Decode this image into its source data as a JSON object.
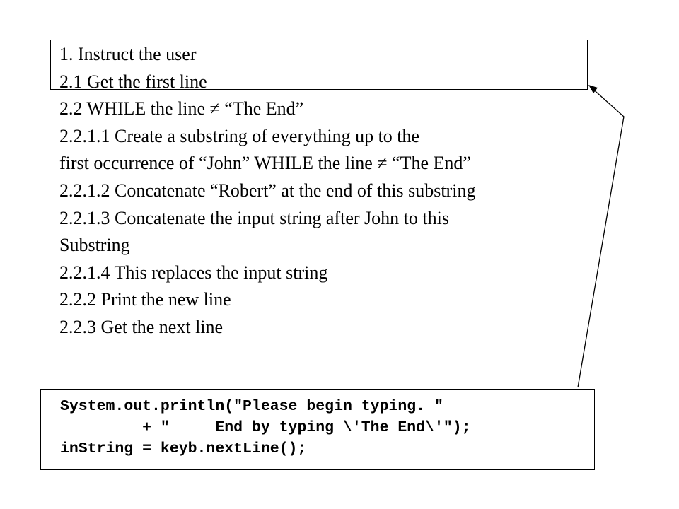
{
  "steps": [
    {
      "num": "1.",
      "text": " Instruct the user"
    },
    {
      "num": "2.1",
      "text": " Get the first line"
    },
    {
      "num": "2.2",
      "text": " WHILE the line ≠ “The End”"
    },
    {
      "num": "2.2.1.1",
      "text": " Create a substring of everything up to the"
    },
    {
      "num": "",
      "text": "first occurrence of “John” WHILE the line ≠ “The End”"
    },
    {
      "num": "2.2.1.2",
      "text": "  Concatenate “Robert” at the end of this substring"
    },
    {
      "num": "2.2.1.3",
      "text": " Concatenate the input string after John to this"
    },
    {
      "num": "",
      "text": "Substring"
    },
    {
      "num": "2.2.1.4",
      "text": " This replaces the input string"
    },
    {
      "num": "2.2.2",
      "text": "  Print the new line"
    },
    {
      "num": "2.2.3",
      "text": "  Get the next line"
    }
  ],
  "code": [
    "System.out.println(\"Please begin typing. \"",
    "         + \"     End by typing \\'The End\\'\");",
    "inString = keyb.nextLine();"
  ]
}
